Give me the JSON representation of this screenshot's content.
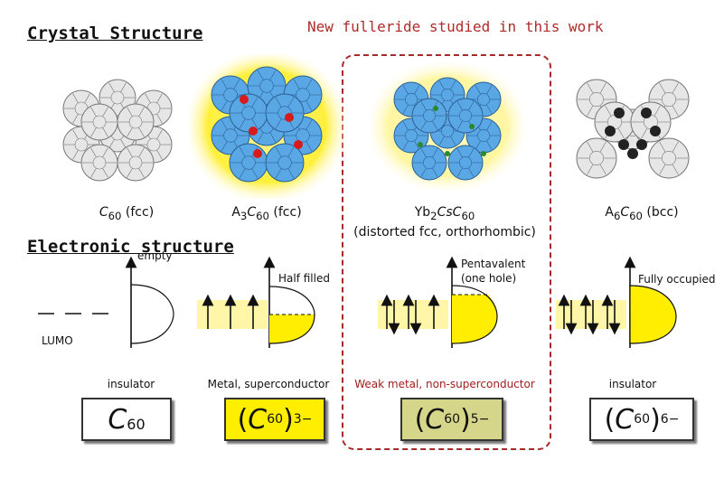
{
  "headings": {
    "crystal_structure": "Crystal Structure",
    "electronic_structure": "Electronic structure",
    "highlight": "New fulleride studied in this work"
  },
  "crystals": [
    {
      "formula": "C",
      "sub": "60",
      "suffix": " (fcc)",
      "glow": false
    },
    {
      "formula": "A",
      "sub": "3",
      "mid": "C",
      "sub2": "60",
      "suffix": " (fcc)",
      "glow": true
    },
    {
      "formula": "Yb",
      "sub": "2",
      "mid": "CsC",
      "sub2": "60",
      "line2": "(distorted fcc, orthorhombic)",
      "glow": true
    },
    {
      "formula": "A",
      "sub": "6",
      "mid": "C",
      "sub2": "60",
      "suffix": " (bcc)",
      "glow": false
    }
  ],
  "bands": {
    "empty": "empty",
    "lumo": "LUMO",
    "half_filled": "Half filled",
    "pentavalent_1": "Pentavalent",
    "pentavalent_2": "(one hole)",
    "fully_occupied": "Fully occupied"
  },
  "statuses": [
    "insulator",
    "Metal, superconductor",
    "Weak metal, non-superconductor",
    "insulator"
  ],
  "formulas": [
    {
      "base": "C",
      "sub": "60",
      "sup": ""
    },
    {
      "base": "C",
      "sub": "60",
      "sup": "3−"
    },
    {
      "base": "C",
      "sub": "60",
      "sup": "5−"
    },
    {
      "base": "C",
      "sub": "60",
      "sup": "6−"
    }
  ],
  "colors": {
    "accent_red": "#b02a2a",
    "yellow": "#ffef00",
    "olive_box": "#d6d68a",
    "blue_ball": "#5aa7e6",
    "grey_ball": "#e6e6e6"
  }
}
